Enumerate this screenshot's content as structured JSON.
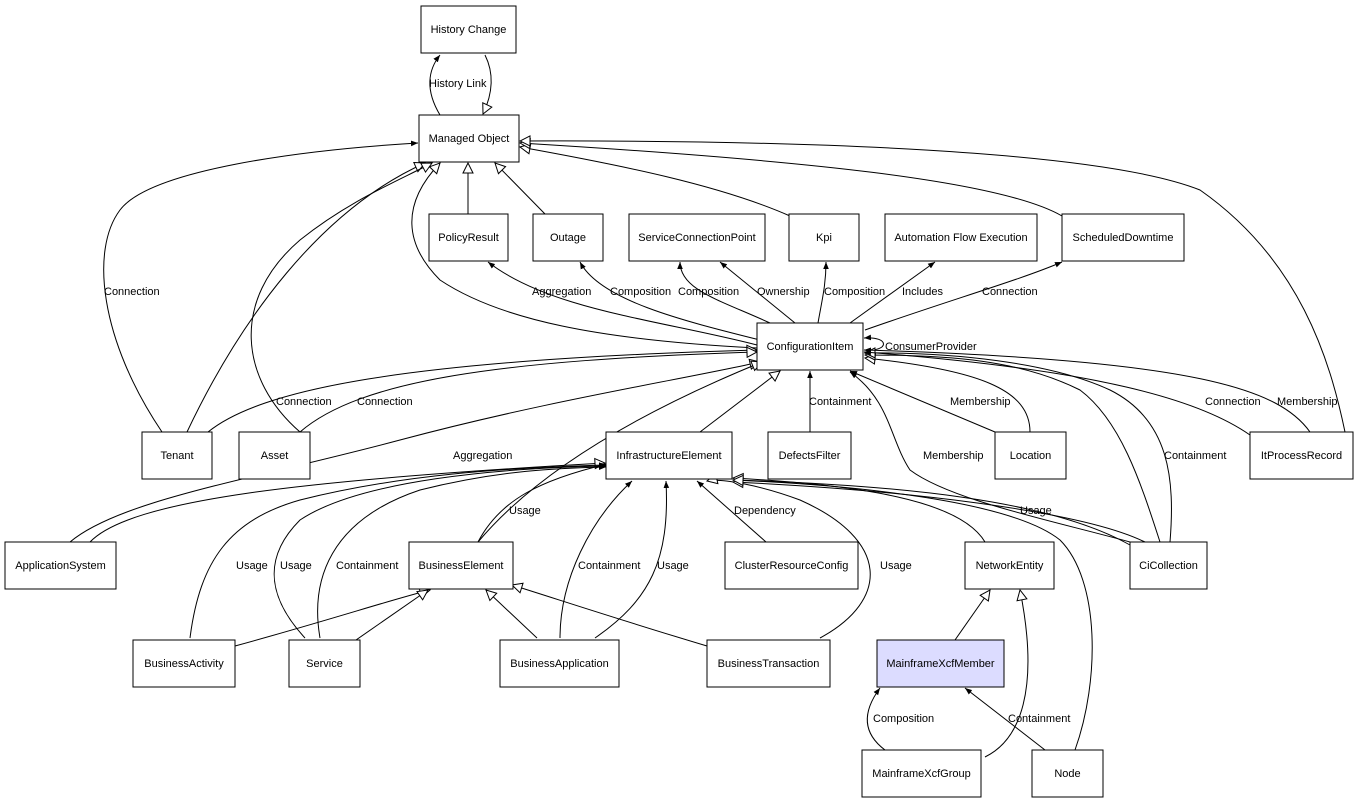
{
  "nodes": {
    "history_change": "History Change",
    "managed_object": "Managed Object",
    "policy_result": "PolicyResult",
    "outage": "Outage",
    "service_connection_point": "ServiceConnectionPoint",
    "kpi": "Kpi",
    "automation_flow_execution": "Automation Flow Execution",
    "scheduled_downtime": "ScheduledDowntime",
    "configuration_item": "ConfigurationItem",
    "tenant": "Tenant",
    "asset": "Asset",
    "infrastructure_element": "InfrastructureElement",
    "defects_filter": "DefectsFilter",
    "location": "Location",
    "it_process_record": "ItProcessRecord",
    "application_system": "ApplicationSystem",
    "business_element": "BusinessElement",
    "cluster_resource_config": "ClusterResourceConfig",
    "network_entity": "NetworkEntity",
    "ci_collection": "CiCollection",
    "business_activity": "BusinessActivity",
    "service": "Service",
    "business_application": "BusinessApplication",
    "business_transaction": "BusinessTransaction",
    "mainframe_xcf_member": "MainframeXcfMember",
    "mainframe_xcf_group": "MainframeXcfGroup",
    "node": "Node"
  },
  "edge_labels": {
    "history_link": "History Link",
    "connection_tenant": "Connection",
    "aggregation_policy": "Aggregation",
    "composition_outage": "Composition",
    "composition_scp": "Composition",
    "ownership": "Ownership",
    "composition_kpi": "Composition",
    "includes": "Includes",
    "connection_downtime": "Connection",
    "consumer_provider": "ConsumerProvider",
    "connection_tenant_ci": "Connection",
    "connection_asset_ci": "Connection",
    "aggregation_appsys": "Aggregation",
    "containment_defects": "Containment",
    "membership_location": "Membership",
    "membership_cicollection": "Membership",
    "connection_itpr": "Connection",
    "membership_itpr": "Membership",
    "containment_cicollection": "Containment",
    "usage_be": "Usage",
    "dependency": "Dependency",
    "usage_cicollection": "Usage",
    "usage_activity": "Usage",
    "usage_service": "Usage",
    "containment_service": "Containment",
    "containment_bapp": "Containment",
    "usage_bapp": "Usage",
    "usage_btrans": "Usage",
    "composition_xcf": "Composition",
    "containment_node": "Containment"
  },
  "colors": {
    "highlight_fill": "#dcdcff",
    "node_fill": "#ffffff",
    "stroke": "#000000"
  }
}
